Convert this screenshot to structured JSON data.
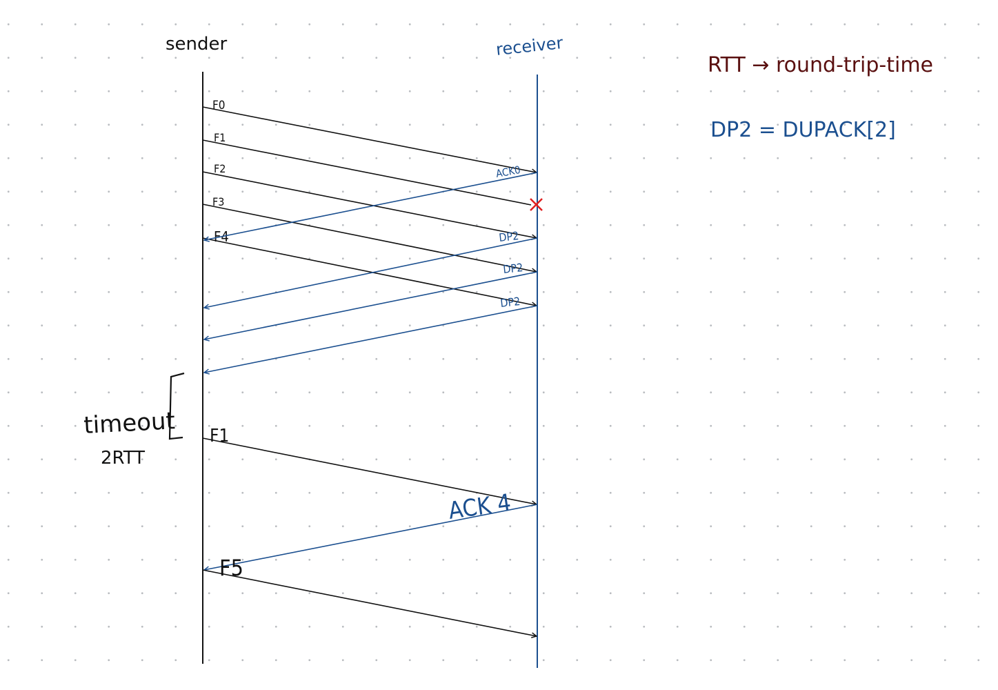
{
  "lifelines": {
    "sender": "sender",
    "receiver": "receiver"
  },
  "notes": {
    "rtt": "RTT → round-trip-time",
    "dp2": "DP2 = DUPACK[2]"
  },
  "timeout": {
    "label": "timeout",
    "sub": "2RTT"
  },
  "messages": [
    {
      "label": "F0",
      "kind": "data"
    },
    {
      "label": "F1",
      "kind": "data",
      "lost": true
    },
    {
      "label": "F2",
      "kind": "data"
    },
    {
      "label": "F3",
      "kind": "data"
    },
    {
      "label": "F4",
      "kind": "data"
    },
    {
      "label": "ACK0",
      "kind": "ack"
    },
    {
      "label": "DP2",
      "kind": "ack"
    },
    {
      "label": "DP2",
      "kind": "ack"
    },
    {
      "label": "DP2",
      "kind": "ack"
    },
    {
      "label": "F1",
      "kind": "data"
    },
    {
      "label": "ACK 4",
      "kind": "ack"
    },
    {
      "label": "F5",
      "kind": "data"
    }
  ],
  "colors": {
    "sender": "#111111",
    "receiver": "#1b4f8f",
    "loss": "#e02020",
    "rtt_note": "#5a1010",
    "dp2_note": "#1b4f8f"
  }
}
